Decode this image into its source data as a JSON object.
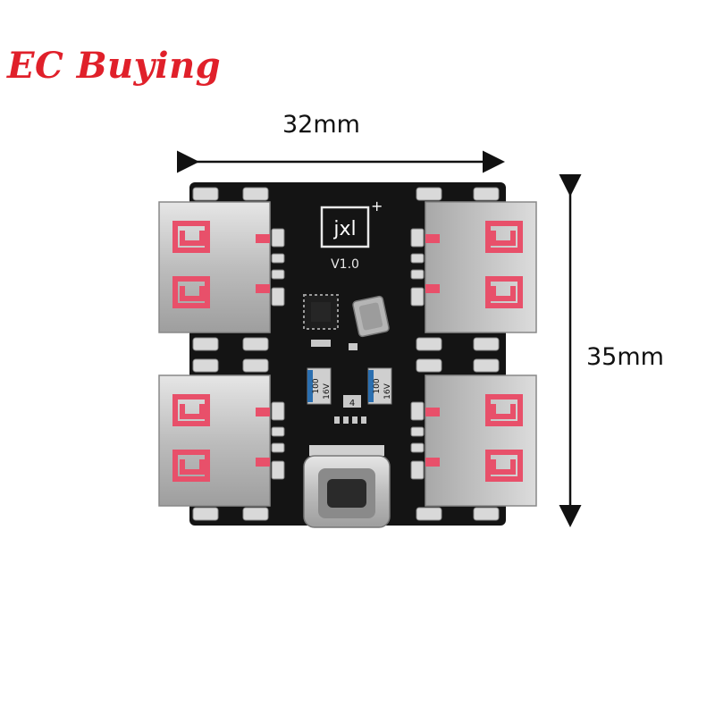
{
  "brand": {
    "text": "EC Buying",
    "color": "#e0202a"
  },
  "dimensions": {
    "width_label": "32mm",
    "height_label": "35mm"
  },
  "board": {
    "logo_text": "jxl",
    "logo_superscript": "+",
    "version_text": "V1.0",
    "capacitors": [
      {
        "line1": "100",
        "line2": "16V"
      },
      {
        "line1": "100",
        "line2": "16V"
      }
    ],
    "small_marking": "4",
    "colors": {
      "pcb": "#141414",
      "usb_metal": "#c9c9c9",
      "contact": "#e8506a",
      "pad": "#d8d8d8"
    }
  }
}
